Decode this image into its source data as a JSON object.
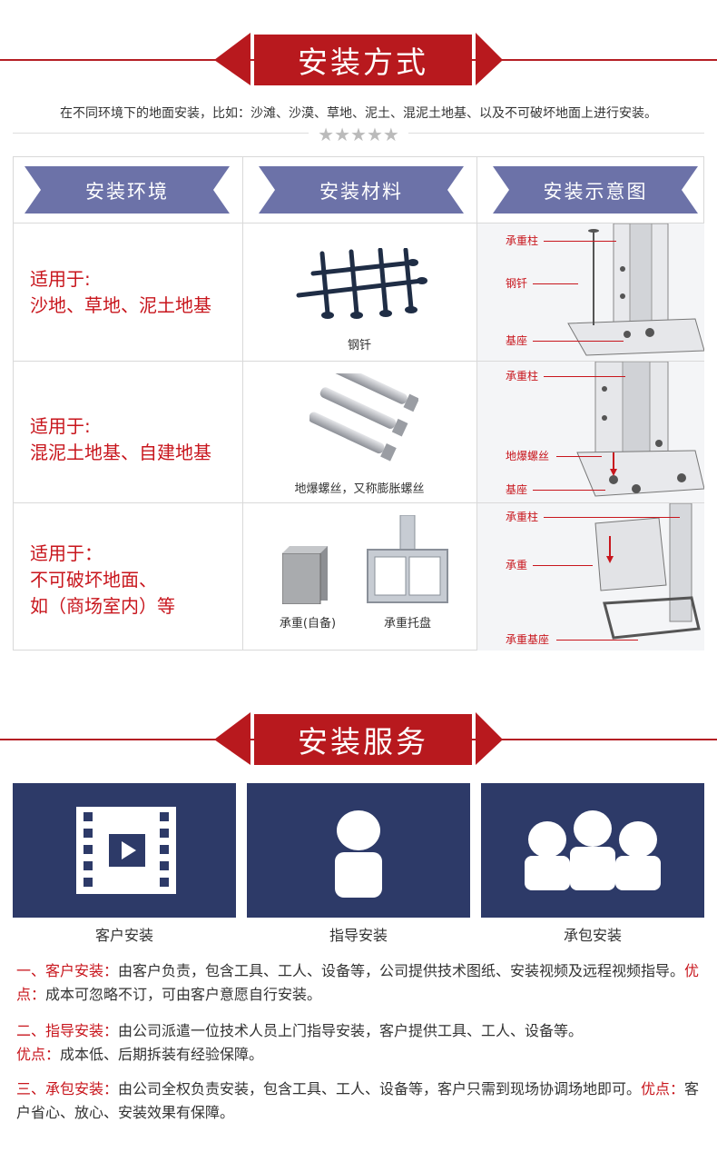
{
  "section1": {
    "title": "安装方式",
    "intro": "在不同环境下的地面安装，比如：沙滩、沙漠、草地、泥土、混泥土地基、以及不可破坏地面上进行安装。",
    "stars": "★★★★★",
    "headers": {
      "env": "安装环境",
      "material": "安装材料",
      "diagram": "安装示意图"
    },
    "rows": [
      {
        "env_title": "适用于:",
        "env_text": "沙地、草地、泥土地基",
        "material_caption": "钢钎",
        "labels": [
          "承重柱",
          "钢钎",
          "基座"
        ]
      },
      {
        "env_title": "适用于:",
        "env_text": "混泥土地基、自建地基",
        "material_caption": "地爆螺丝，又称膨胀螺丝",
        "labels": [
          "承重柱",
          "地爆螺丝",
          "基座"
        ]
      },
      {
        "env_title": "适用于：",
        "env_text_1": "不可破坏地面、",
        "env_text_2": "如（商场室内）等",
        "material_caption_1": "承重(自备)",
        "material_caption_2": "承重托盘",
        "labels": [
          "承重柱",
          "承重",
          "承重基座"
        ]
      }
    ]
  },
  "section2": {
    "title": "安装服务",
    "cards": [
      {
        "label": "客户安装",
        "icon": "video-icon"
      },
      {
        "label": "指导安装",
        "icon": "person-icon"
      },
      {
        "label": "承包安装",
        "icon": "group-icon"
      }
    ],
    "paragraphs": [
      {
        "head": "一、客户安装：",
        "body": "由客户负责，包含工具、工人、设备等，公司提供技术图纸、安装视频及远程视频指导。",
        "adv_head": "优点：",
        "adv": "成本可忽略不订，可由客户意愿自行安装。"
      },
      {
        "head": "二、指导安装：",
        "body": "由公司派遣一位技术人员上门指导安装，客户提供工具、工人、设备等。",
        "adv_head": "优点：",
        "adv": "成本低、后期拆装有经验保障。"
      },
      {
        "head": "三、承包安装：",
        "body": "由公司全权负责安装，包含工具、工人、设备等，客户只需到现场协调场地即可。",
        "adv_head": "优点：",
        "adv": "客户省心、放心、安装效果有保障。"
      }
    ]
  },
  "colors": {
    "brand_red": "#b8191e",
    "ribbon_purple": "#6c72a8",
    "card_navy": "#2d3a68"
  }
}
